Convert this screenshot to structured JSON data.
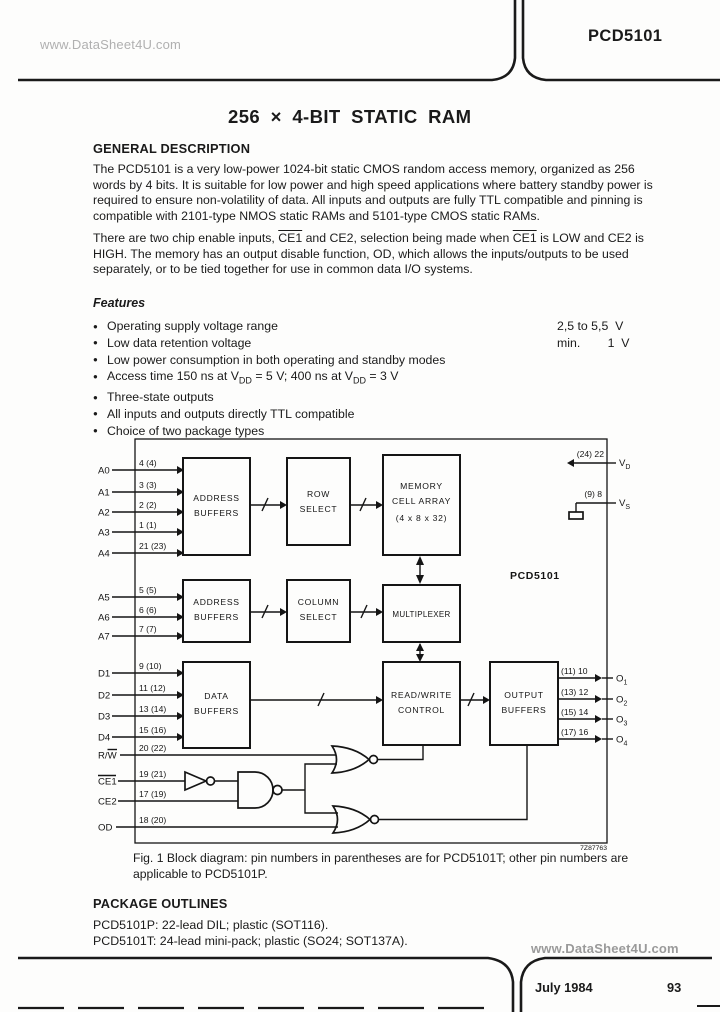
{
  "watermarks": {
    "top": "www.DataSheet4U.com",
    "bottom": "www.DataSheet4U.com"
  },
  "header": {
    "part_number": "PCD5101"
  },
  "title": "256 × 4-BIT STATIC RAM",
  "general_description": {
    "heading": "GENERAL DESCRIPTION",
    "para1": "The PCD5101 is a very low-power 1024-bit static CMOS random access memory, organized as 256 words by 4 bits. It is suitable for low power and high speed applications where battery standby power is required to ensure non-volatility of data. All inputs and outputs are fully TTL compatible and pinning is compatible with 2101-type NMOS static RAMs and 5101-type CMOS static RAMs.",
    "para2_parts": [
      "There are two chip enable inputs, ",
      "CE1",
      " and CE2, selection being made when ",
      "CE1",
      " is LOW and CE2 is HIGH. The memory has an output disable function, OD, which allows the inputs/outputs to be used separately, or to be tied together for use in common data I/O systems."
    ]
  },
  "features": {
    "heading": "Features",
    "bullet": "●",
    "items": [
      {
        "text": "Operating supply voltage range",
        "value": "2,5 to 5,5  V"
      },
      {
        "text": "Low data retention voltage",
        "value": "min.        1  V"
      },
      {
        "text": "Low power consumption in both operating and standby modes",
        "value": ""
      },
      {
        "text_parts": [
          "Access time 150 ns at V",
          "DD",
          " = 5 V; 400 ns at V",
          "DD",
          " = 3 V"
        ],
        "value": ""
      },
      {
        "text": "Three-state outputs",
        "value": ""
      },
      {
        "text": "All inputs and outputs directly TTL compatible",
        "value": ""
      },
      {
        "text": "Choice of two package types",
        "value": ""
      }
    ]
  },
  "diagram": {
    "chip_label": "PCD5101",
    "drawing_code": "7Z87763",
    "boxes": {
      "address_buffers_1": {
        "line1": "ADDRESS",
        "line2": "BUFFERS"
      },
      "row_select": {
        "line1": "ROW",
        "line2": "SELECT"
      },
      "memory_cell_array": {
        "line1": "MEMORY",
        "line2": "CELL ARRAY",
        "line3": "(4 x 8 x 32)"
      },
      "address_buffers_2": {
        "line1": "ADDRESS",
        "line2": "BUFFERS"
      },
      "column_select": {
        "line1": "COLUMN",
        "line2": "SELECT"
      },
      "multiplexer": {
        "line1": "MULTIPLEXER"
      },
      "data_buffers": {
        "line1": "DATA",
        "line2": "BUFFERS"
      },
      "read_write_control": {
        "line1": "READ/WRITE",
        "line2": "CONTROL"
      },
      "output_buffers": {
        "line1": "OUTPUT",
        "line2": "BUFFERS"
      }
    },
    "address_inputs_high": [
      {
        "label": "A0",
        "pin": "4 (4)"
      },
      {
        "label": "A1",
        "pin": "3 (3)"
      },
      {
        "label": "A2",
        "pin": "2 (2)"
      },
      {
        "label": "A3",
        "pin": "1 (1)"
      },
      {
        "label": "A4",
        "pin": "21 (23)"
      }
    ],
    "address_inputs_low": [
      {
        "label": "A5",
        "pin": "5 (5)"
      },
      {
        "label": "A6",
        "pin": "6 (6)"
      },
      {
        "label": "A7",
        "pin": "7 (7)"
      }
    ],
    "data_inputs": [
      {
        "label": "D1",
        "pin": "9 (10)"
      },
      {
        "label": "D2",
        "pin": "11 (12)"
      },
      {
        "label": "D3",
        "pin": "13 (14)"
      },
      {
        "label": "D4",
        "pin": "15 (16)"
      }
    ],
    "control_inputs": [
      {
        "label": "R/W",
        "pin": "20 (22)"
      },
      {
        "label": "CE1",
        "pin": "19 (21)"
      },
      {
        "label": "CE2",
        "pin": "17 (19)"
      },
      {
        "label": "OD",
        "pin": "18 (20)"
      }
    ],
    "data_outputs": [
      {
        "label": "O",
        "sub": "1",
        "pin": "(11) 10"
      },
      {
        "label": "O",
        "sub": "2",
        "pin": "(13) 12"
      },
      {
        "label": "O",
        "sub": "3",
        "pin": "(15) 14"
      },
      {
        "label": "O",
        "sub": "4",
        "pin": "(17) 16"
      }
    ],
    "power": [
      {
        "label": "V",
        "sub": "DD",
        "pin": "(24) 22"
      },
      {
        "label": "V",
        "sub": "SS",
        "pin": "(9) 8"
      }
    ],
    "caption": "Fig. 1  Block diagram: pin numbers in parentheses are for PCD5101T; other pin numbers are applicable to PCD5101P."
  },
  "package_outlines": {
    "heading": "PACKAGE OUTLINES",
    "lines": [
      "PCD5101P: 22-lead DIL; plastic (SOT116).",
      "PCD5101T: 24-lead mini-pack; plastic (SO24; SOT137A)."
    ]
  },
  "footer": {
    "date": "July 1984",
    "page_number": "93"
  }
}
